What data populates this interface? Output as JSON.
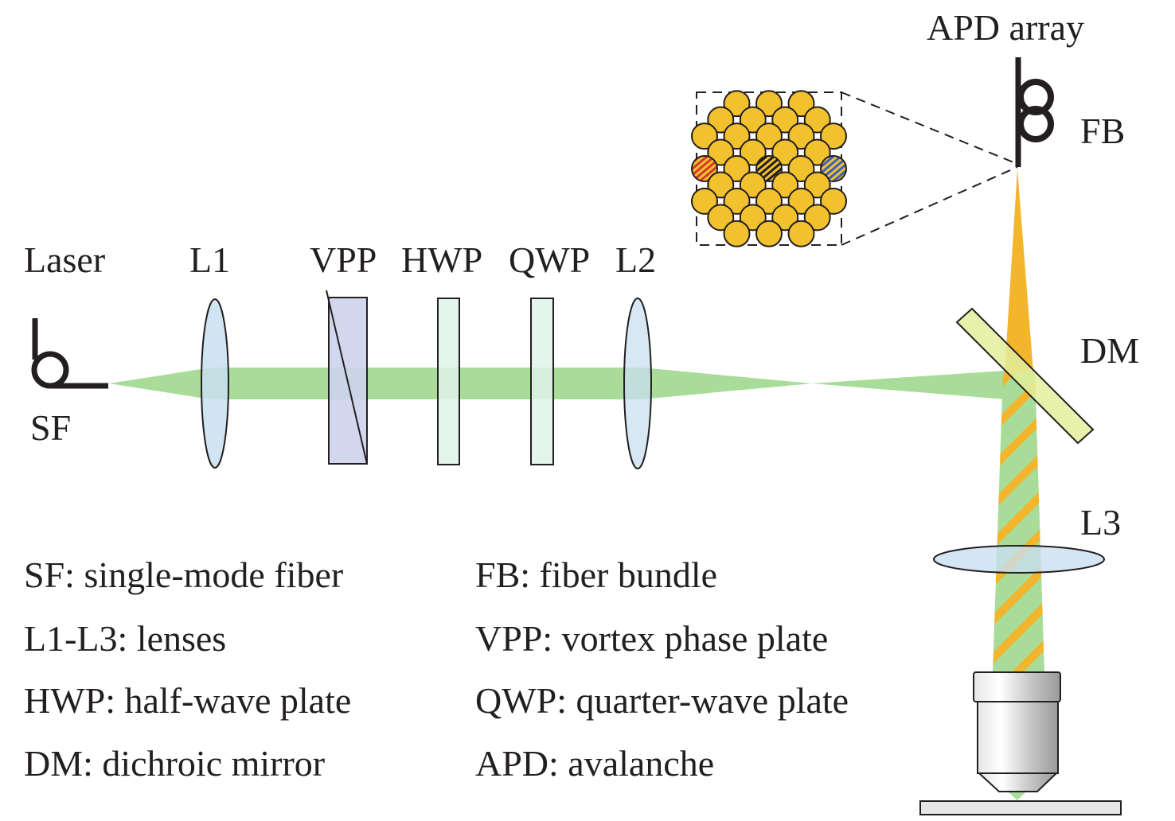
{
  "labels": {
    "laser": "Laser",
    "sf": "SF",
    "l1": "L1",
    "vpp": "VPP",
    "hwp": "HWP",
    "qwp": "QWP",
    "l2": "L2",
    "apd_array": "APD array",
    "fb": "FB",
    "dm": "DM",
    "l3": "L3"
  },
  "legend": {
    "left": [
      "SF: single-mode fiber",
      "L1-L3: lenses",
      "HWP: half-wave plate",
      "DM: dichroic mirror"
    ],
    "right": [
      "FB: fiber bundle",
      "VPP: vortex phase plate",
      "QWP: quarter-wave plate",
      "APD: avalanche"
    ]
  },
  "colors": {
    "excitation_beam": "#a8dc98",
    "emission_beam": "#f2b52c",
    "lens_fill": "#c9dff0",
    "vpp_fill": "#cdd3ec",
    "waveplate_fill": "#dff3ea",
    "dichroic_fill": "#e3ee9c",
    "fiber_core": "#f2c12e",
    "fiber_red": "#d43a2a",
    "fiber_blue": "#3a5fbf"
  }
}
